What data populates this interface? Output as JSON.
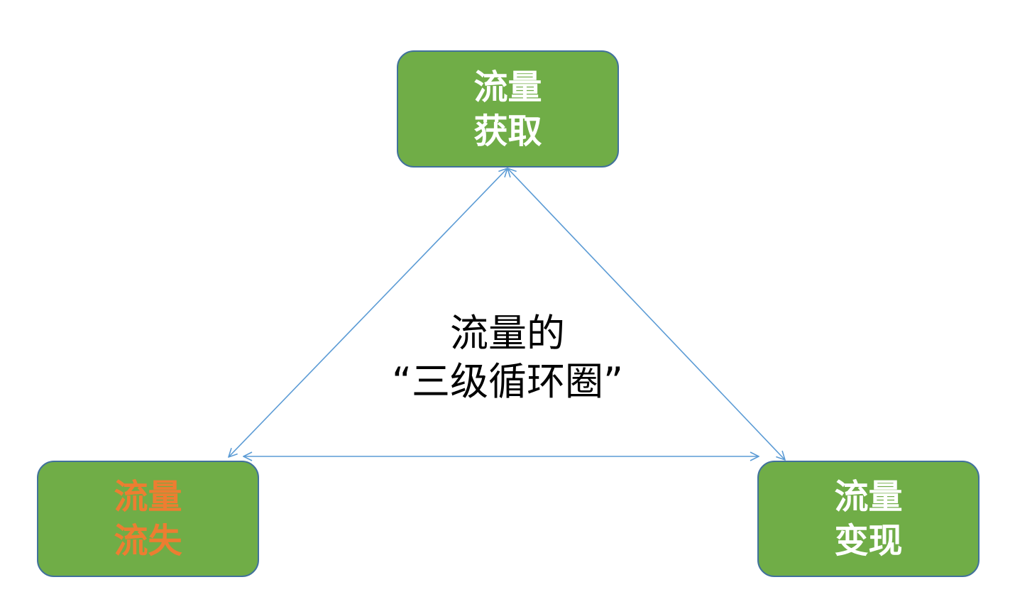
{
  "colors": {
    "node_fill": "#70ad47",
    "node_border": "#41719c",
    "connector": "#5b9bd5",
    "text_light": "#ffffff",
    "text_highlight": "#ed7d31",
    "text_center": "#000000"
  },
  "nodes": {
    "acquisition": {
      "line1": "流量",
      "line2": "获取",
      "text_color": "#ffffff"
    },
    "churn": {
      "line1": "流量",
      "line2": "流失",
      "text_color": "#ed7d31"
    },
    "monetization": {
      "line1": "流量",
      "line2": "变现",
      "text_color": "#ffffff"
    }
  },
  "center": {
    "line1": "流量的",
    "line2": "“三级循环圈”"
  },
  "connectors": [
    {
      "from": "acquisition",
      "to": "churn",
      "arrows": "both"
    },
    {
      "from": "acquisition",
      "to": "monetization",
      "arrows": "both"
    },
    {
      "from": "churn",
      "to": "monetization",
      "arrows": "both"
    }
  ]
}
